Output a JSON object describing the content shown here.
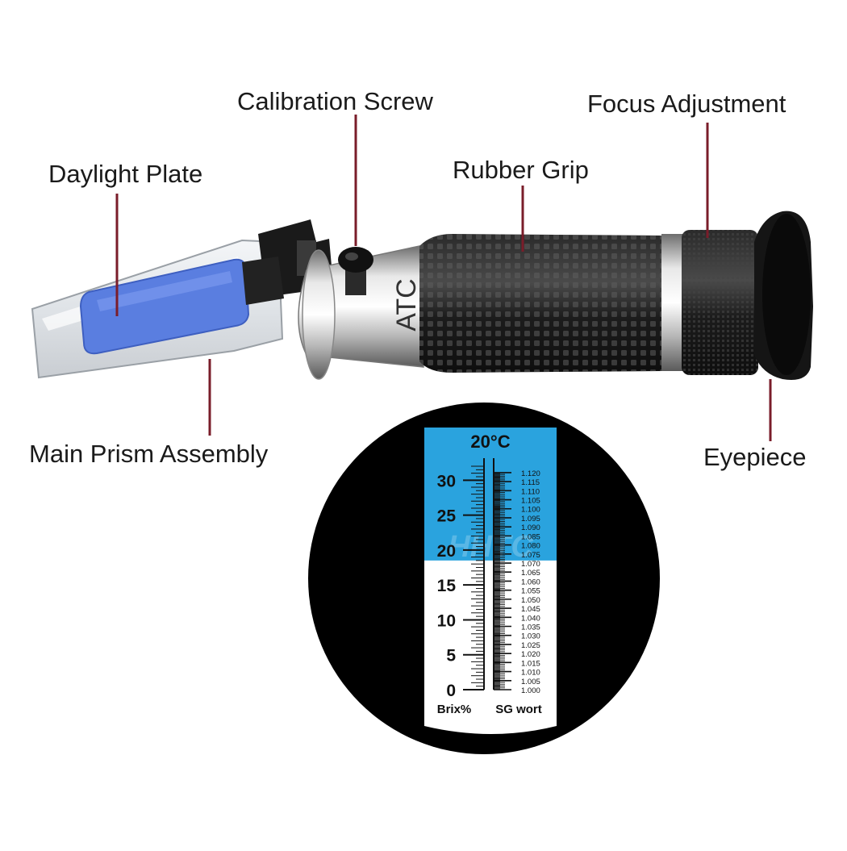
{
  "callouts": {
    "daylight_plate": "Daylight Plate",
    "calibration_screw": "Calibration Screw",
    "rubber_grip": "Rubber Grip",
    "focus_adjustment": "Focus Adjustment",
    "main_prism_assembly": "Main Prism Assembly",
    "eyepiece": "Eyepiece"
  },
  "device": {
    "body_marking": "ATC"
  },
  "scale_view": {
    "temperature": "20°C",
    "left_label": "Brix%",
    "right_label": "SG wort",
    "watermark": "HHTC",
    "brix_major": [
      "30",
      "25",
      "20",
      "15",
      "10",
      "5",
      "0"
    ],
    "sg_labels": [
      "1.120",
      "1.115",
      "1.110",
      "1.105",
      "1.100",
      "1.095",
      "1.090",
      "1.085",
      "1.080",
      "1.075",
      "1.070",
      "1.065",
      "1.060",
      "1.055",
      "1.050",
      "1.045",
      "1.040",
      "1.035",
      "1.030",
      "1.025",
      "1.020",
      "1.015",
      "1.010",
      "1.005",
      "1.000"
    ],
    "shadow_boundary_brix": 18.5
  },
  "colors": {
    "leader_line": "#7a1d2a",
    "scale_blue": "#2aa3de",
    "daylight_plate": "#5a7ee0",
    "grip": "#1c1c1c",
    "background": "#ffffff"
  }
}
